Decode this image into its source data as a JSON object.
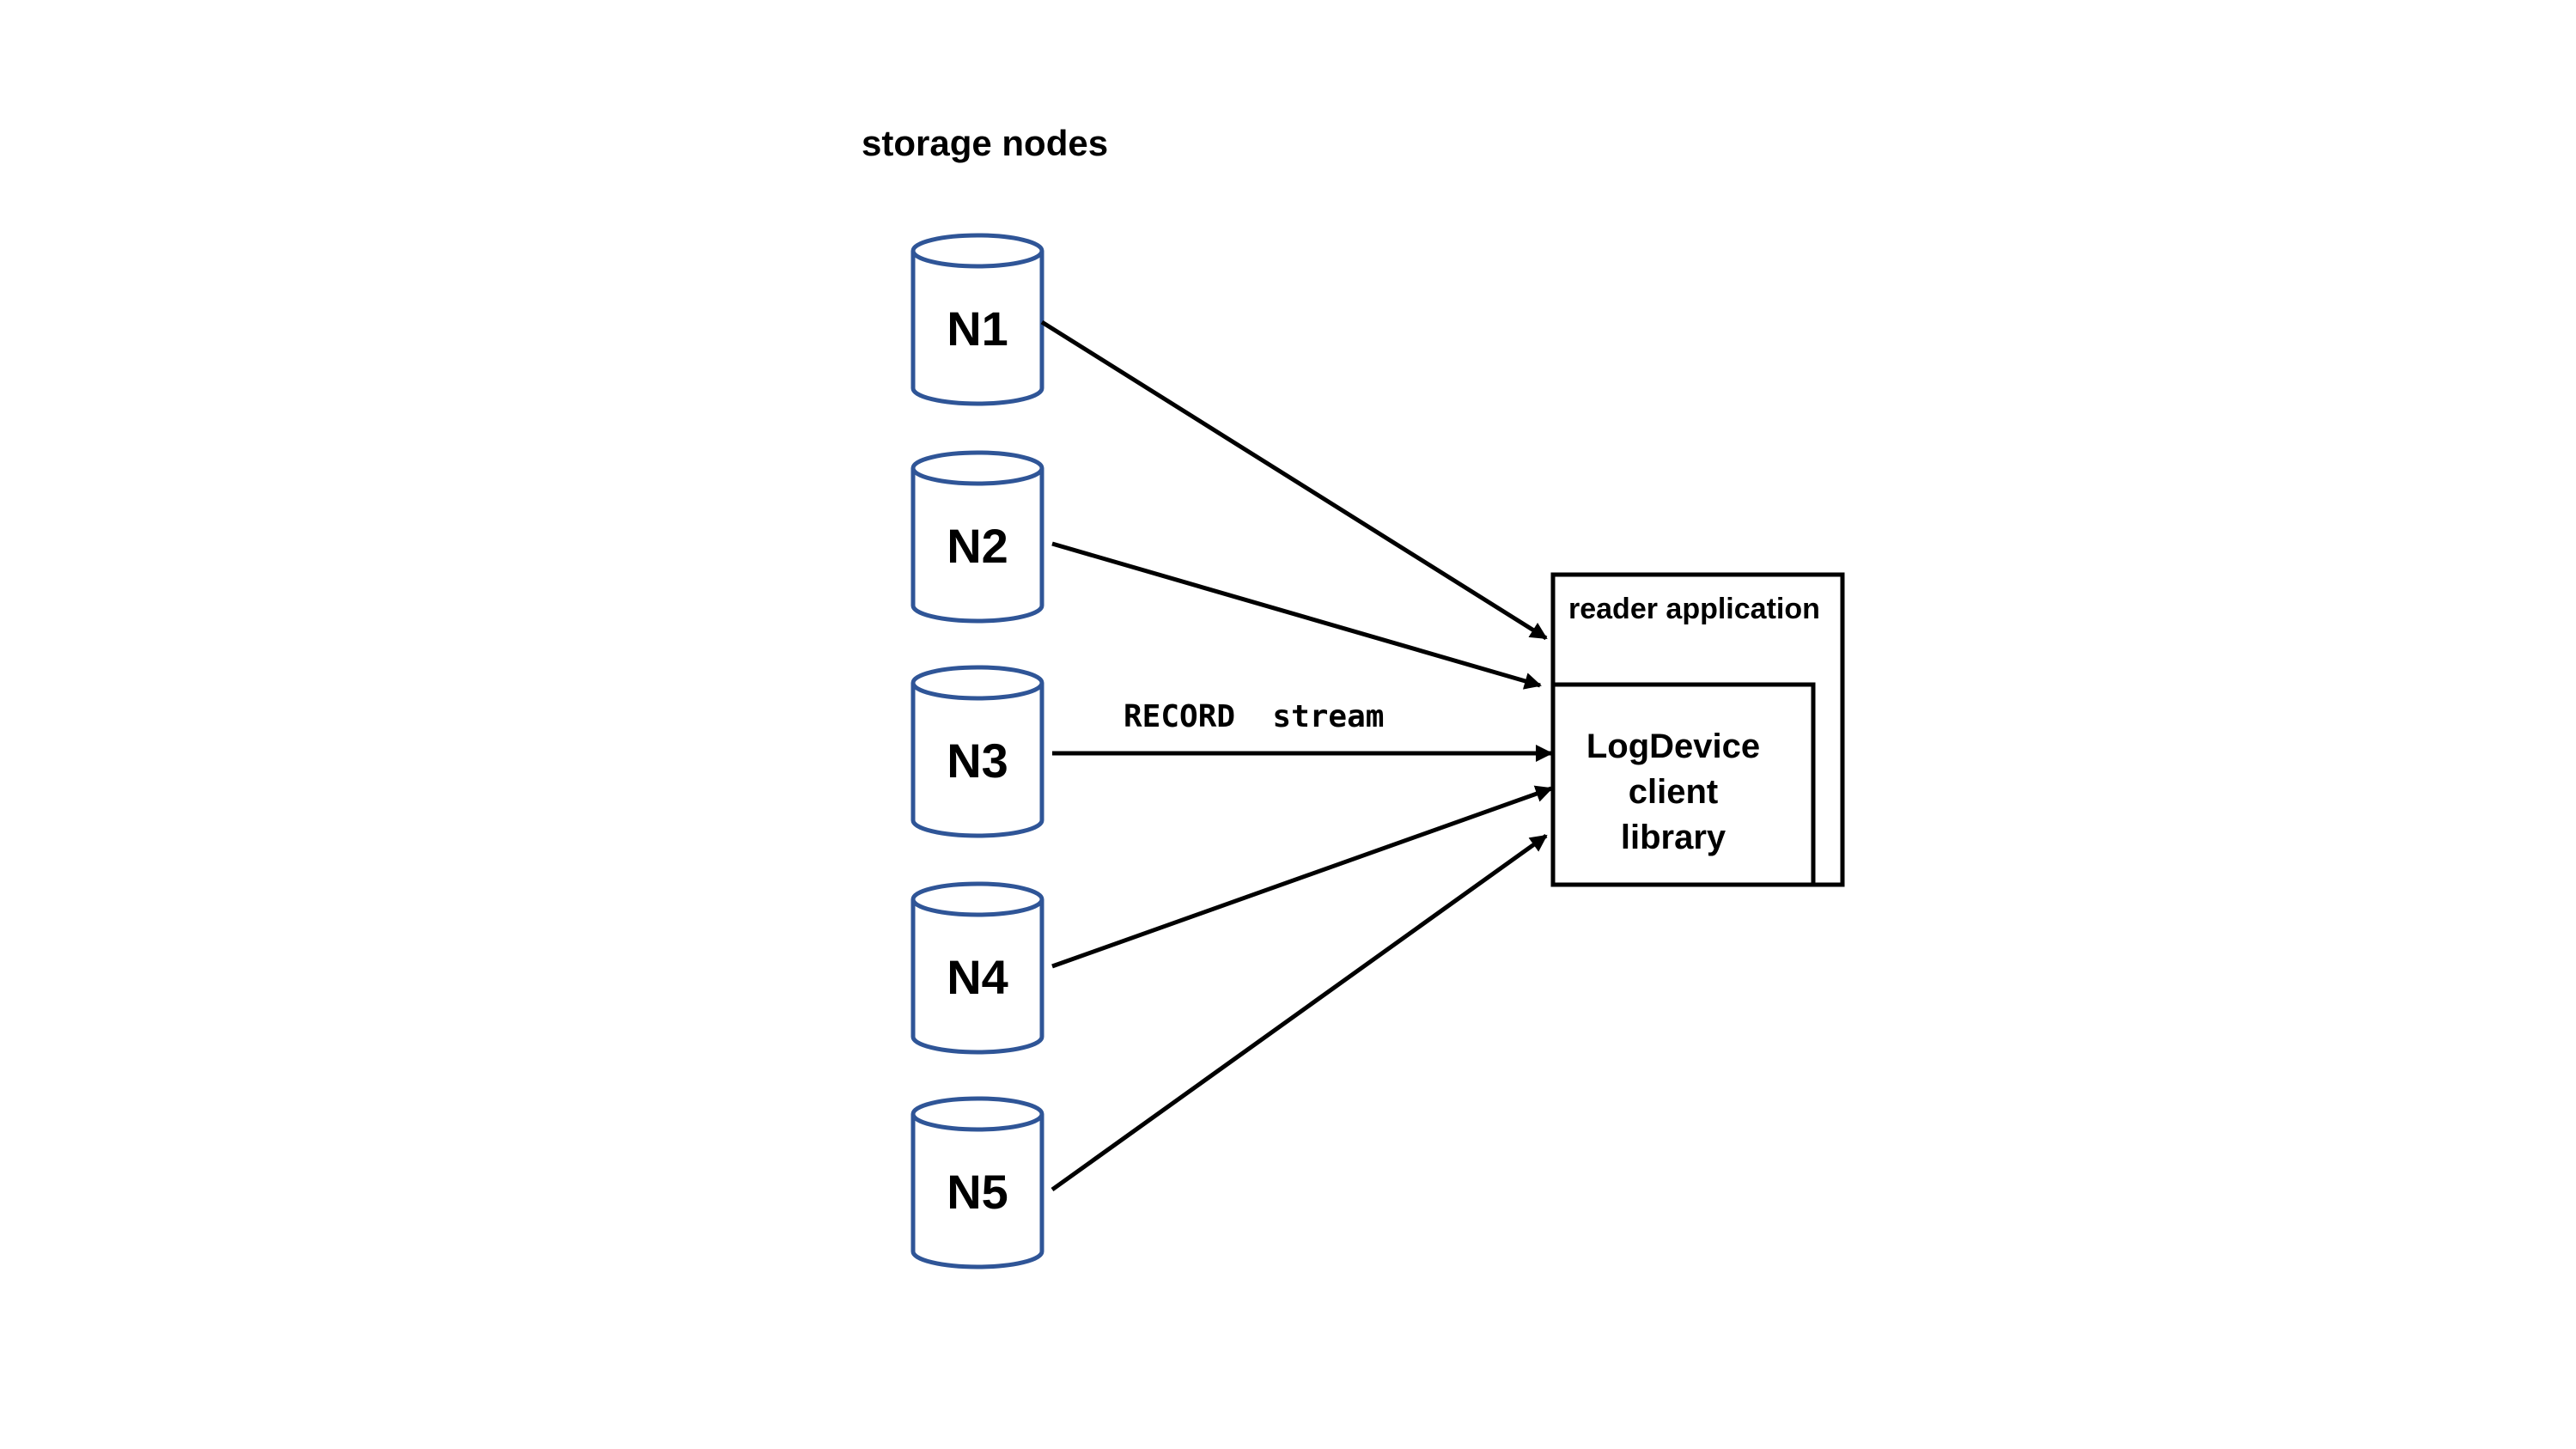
{
  "diagram": {
    "title": "storage nodes",
    "nodes": [
      {
        "label": "N1"
      },
      {
        "label": "N2"
      },
      {
        "label": "N3"
      },
      {
        "label": "N4"
      },
      {
        "label": "N5"
      }
    ],
    "edge_label": "RECORD  stream",
    "reader_box": {
      "label": "reader application",
      "library_lines": [
        "LogDevice",
        "client",
        "library"
      ]
    },
    "colors": {
      "cylinder_stroke": "#2f5597",
      "line": "#000000",
      "background": "#ffffff"
    }
  }
}
